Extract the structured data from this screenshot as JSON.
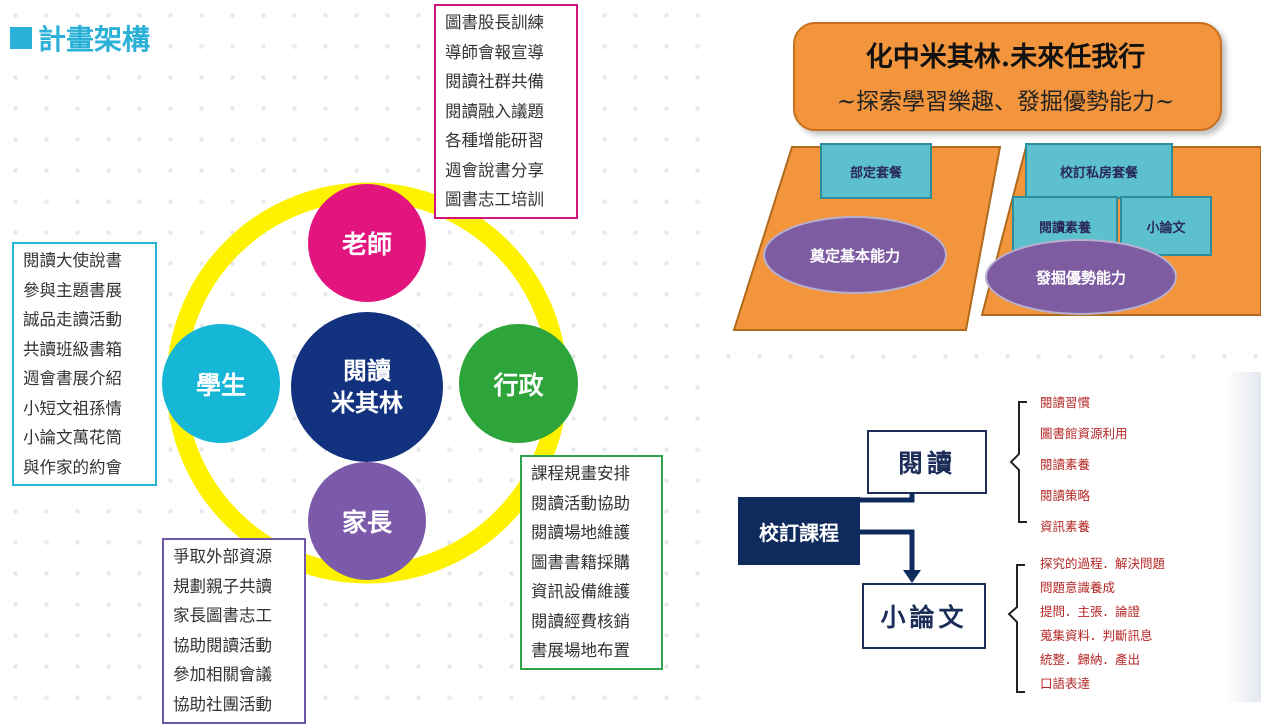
{
  "title": "計畫架構",
  "center": {
    "line1": "閱讀",
    "line2": "米其林"
  },
  "roles": {
    "teacher": "老師",
    "admin": "行政",
    "parent": "家長",
    "student": "學生"
  },
  "teacher_items": [
    "圖書股長訓練",
    "導師會報宣導",
    "閱讀社群共備",
    "閱讀融入議題",
    "各種增能研習",
    "週會說書分享",
    "圖書志工培訓"
  ],
  "student_items": [
    "閱讀大使說書",
    "參與主題書展",
    "誠品走讀活動",
    "共讀班級書箱",
    "週會書展介紹",
    "小短文祖孫情",
    "小論文萬花筒",
    "與作家的約會"
  ],
  "admin_items": [
    "課程規畫安排",
    "閱讀活動協助",
    "閱讀場地維護",
    "圖書書籍採購",
    "資訊設備維護",
    "閱讀經費核銷",
    "書展場地布置"
  ],
  "parent_items": [
    "爭取外部資源",
    "規劃親子共讀",
    "家長圖書志工",
    "協助閱讀活動",
    "參加相關會議",
    "協助社團活動"
  ],
  "panel1": {
    "banner_title": "化中米其林.未來任我行",
    "banner_subtitle": "~探索學習樂趣、發掘優勢能力~",
    "left_box": "部定套餐",
    "left_ellipse": "奠定基本能力",
    "right_box": "校訂私房套餐",
    "sub_box1": "閱讀素養",
    "sub_box2": "小論文",
    "right_ellipse": "發掘優勢能力"
  },
  "panel2": {
    "root": "校訂課程",
    "branch1": "閱讀",
    "branch2": "小論文",
    "reading_items": [
      "閱讀習慣",
      "圖書館資源利用",
      "閱讀素養",
      "閱讀策略",
      "資訊素養"
    ],
    "essay_items": [
      "探究的過程．解決問題",
      "問題意識養成",
      "提問．主張．論證",
      "蒐集資料．判斷訊息",
      "統整．歸納．產出",
      "口語表達"
    ]
  },
  "colors": {
    "teacher": "#e2157f",
    "admin": "#2ea53a",
    "parent": "#7c5aaa",
    "student": "#16b6d6",
    "center": "#12317e",
    "ring": "#fff200",
    "title": "#2bb0d8"
  }
}
